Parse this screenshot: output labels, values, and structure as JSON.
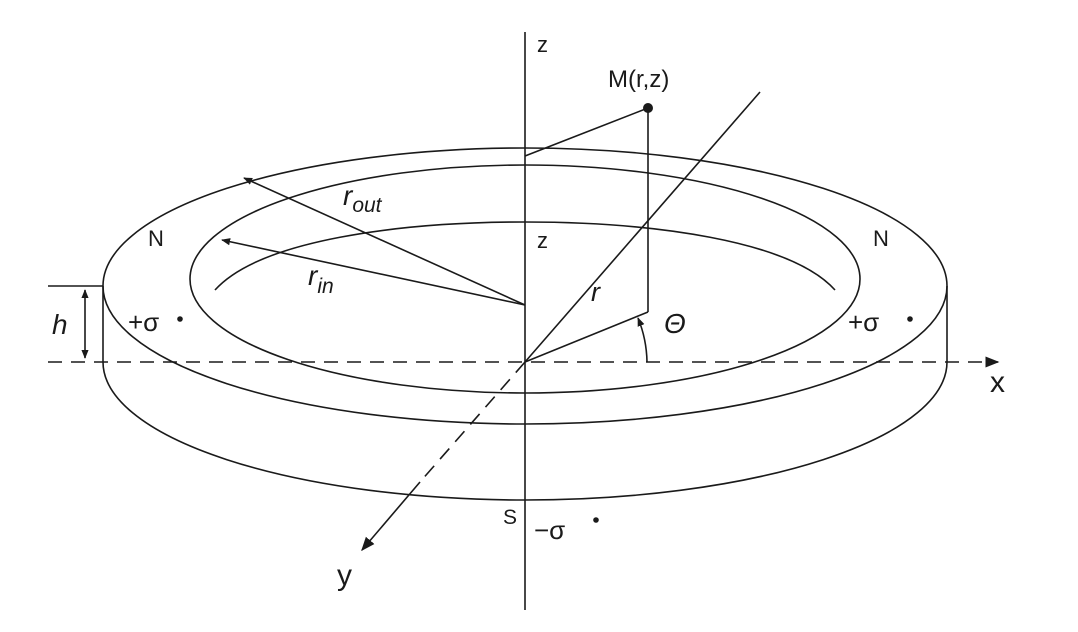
{
  "labels": {
    "z_top": "z",
    "z_inner": "z",
    "point": "M(r,z)",
    "r_out_main": "r",
    "r_out_sub": "out",
    "r_in_main": "r",
    "r_in_sub": "in",
    "r": "r",
    "theta": "Θ",
    "north_left": "N",
    "north_right": "N",
    "south": "S",
    "height": "h",
    "sigma_plus_left": "+σ",
    "sigma_plus_right": "+σ",
    "sigma_minus": "−σ",
    "axis_x": "x",
    "axis_y": "y"
  },
  "colors": {
    "stroke": "#1a1a1a",
    "background": "#ffffff"
  }
}
